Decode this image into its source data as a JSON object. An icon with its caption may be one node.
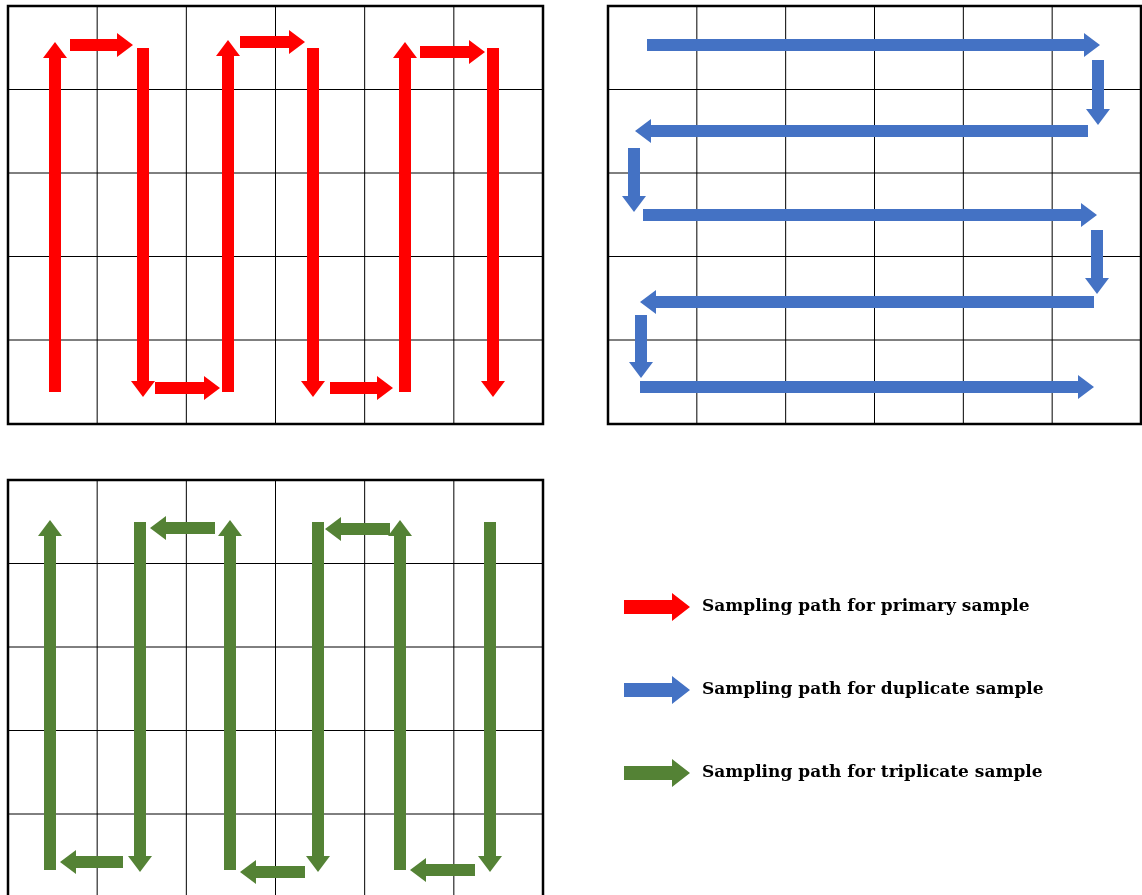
{
  "diagram": {
    "legend": [
      {
        "text": "Sampling path for primary sample",
        "color": "#ff0000"
      },
      {
        "text": "Sampling path for duplicate sample",
        "color": "#4472c4"
      },
      {
        "text": "Sampling path for triplicate sample",
        "color": "#548235"
      }
    ]
  }
}
